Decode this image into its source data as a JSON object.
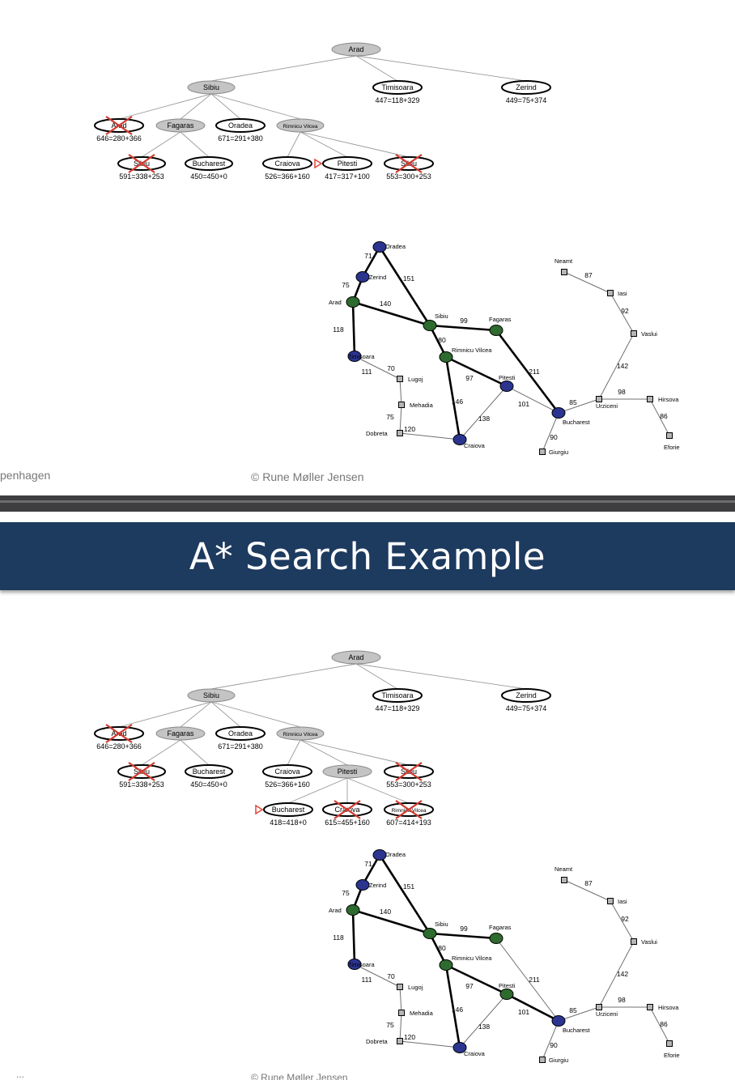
{
  "slides": [
    {
      "footer_left": "penhagen",
      "footer_right": "© Rune Møller Jensen",
      "tree": {
        "nodes": [
          {
            "label": "Arad",
            "style": "expanded"
          },
          {
            "label": "Sibiu",
            "style": "expanded"
          },
          {
            "label": "Timisoara",
            "f": "447=118+329",
            "style": "open"
          },
          {
            "label": "Zerind",
            "f": "449=75+374",
            "style": "open"
          },
          {
            "label": "Arad",
            "f": "646=280+366",
            "style": "open",
            "crossed": true
          },
          {
            "label": "Fagaras",
            "style": "expanded"
          },
          {
            "label": "Oradea",
            "f": "671=291+380",
            "style": "open"
          },
          {
            "label": "Rimnicu Vilcea",
            "style": "expanded"
          },
          {
            "label": "Sibiu",
            "f": "591=338+253",
            "style": "open",
            "crossed": true
          },
          {
            "label": "Bucharest",
            "f": "450=450+0",
            "style": "open"
          },
          {
            "label": "Craiova",
            "f": "526=366+160",
            "style": "open"
          },
          {
            "label": "Pitesti",
            "f": "417=317+100",
            "style": "open",
            "marker": true
          },
          {
            "label": "Sibiu",
            "f": "553=300+253",
            "style": "open",
            "crossed": true
          }
        ]
      },
      "map": {
        "cities": [
          {
            "name": "Oradea",
            "color": "blue"
          },
          {
            "name": "Zerind",
            "color": "blue"
          },
          {
            "name": "Arad",
            "color": "green"
          },
          {
            "name": "Timisoara",
            "color": "blue"
          },
          {
            "name": "Sibiu",
            "color": "green"
          },
          {
            "name": "Fagaras",
            "color": "green"
          },
          {
            "name": "Rimnicu Vilcea",
            "color": "green"
          },
          {
            "name": "Pitesti",
            "color": "blue"
          },
          {
            "name": "Craiova",
            "color": "blue"
          },
          {
            "name": "Bucharest",
            "color": "blue"
          },
          {
            "name": "Lugoj",
            "color": "gray"
          },
          {
            "name": "Mehadia",
            "color": "gray"
          },
          {
            "name": "Dobreta",
            "color": "gray"
          },
          {
            "name": "Giurgiu",
            "color": "gray"
          },
          {
            "name": "Urziceni",
            "color": "gray"
          },
          {
            "name": "Hirsova",
            "color": "gray"
          },
          {
            "name": "Eforie",
            "color": "gray"
          },
          {
            "name": "Vaslui",
            "color": "gray"
          },
          {
            "name": "Iasi",
            "color": "gray"
          },
          {
            "name": "Neamt",
            "color": "gray"
          }
        ],
        "roads": [
          {
            "cost": "71",
            "bold": true
          },
          {
            "cost": "151",
            "bold": true
          },
          {
            "cost": "75",
            "bold": true
          },
          {
            "cost": "140",
            "bold": true
          },
          {
            "cost": "118",
            "bold": true
          },
          {
            "cost": "111",
            "bold": false
          },
          {
            "cost": "70",
            "bold": false
          },
          {
            "cost": "75",
            "bold": false
          },
          {
            "cost": "120",
            "bold": false
          },
          {
            "cost": "99",
            "bold": true
          },
          {
            "cost": "80",
            "bold": true
          },
          {
            "cost": "211",
            "bold": true
          },
          {
            "cost": "97",
            "bold": true
          },
          {
            "cost": "146",
            "bold": true
          },
          {
            "cost": "138",
            "bold": false
          },
          {
            "cost": "101",
            "bold": false
          },
          {
            "cost": "90",
            "bold": false
          },
          {
            "cost": "85",
            "bold": false
          },
          {
            "cost": "98",
            "bold": false
          },
          {
            "cost": "86",
            "bold": false
          },
          {
            "cost": "142",
            "bold": false
          },
          {
            "cost": "92",
            "bold": false
          },
          {
            "cost": "87",
            "bold": false
          }
        ]
      }
    },
    {
      "title": "A*  Search Example",
      "footer_left": "...",
      "footer_right": "© Rune Møller Jensen",
      "tree": {
        "nodes": [
          {
            "label": "Arad",
            "style": "expanded"
          },
          {
            "label": "Sibiu",
            "style": "expanded"
          },
          {
            "label": "Timisoara",
            "f": "447=118+329",
            "style": "open"
          },
          {
            "label": "Zerind",
            "f": "449=75+374",
            "style": "open"
          },
          {
            "label": "Arad",
            "f": "646=280+366",
            "style": "open",
            "crossed": true
          },
          {
            "label": "Fagaras",
            "style": "expanded"
          },
          {
            "label": "Oradea",
            "f": "671=291+380",
            "style": "open"
          },
          {
            "label": "Rimnicu Vilcea",
            "style": "expanded"
          },
          {
            "label": "Sibiu",
            "f": "591=338+253",
            "style": "open",
            "crossed": true
          },
          {
            "label": "Bucharest",
            "f": "450=450+0",
            "style": "open"
          },
          {
            "label": "Craiova",
            "f": "526=366+160",
            "style": "open"
          },
          {
            "label": "Pitesti",
            "style": "expanded"
          },
          {
            "label": "Sibiu",
            "f": "553=300+253",
            "style": "open",
            "crossed": true
          },
          {
            "label": "Bucharest",
            "f": "418=418+0",
            "style": "open",
            "marker": true
          },
          {
            "label": "Craiova",
            "f": "615=455+160",
            "style": "open",
            "crossed": true
          },
          {
            "label": "Rimnicu Vilcea",
            "f": "607=414+193",
            "style": "open",
            "crossed": true
          }
        ]
      },
      "map": {
        "cities": [
          {
            "name": "Oradea",
            "color": "blue"
          },
          {
            "name": "Zerind",
            "color": "blue"
          },
          {
            "name": "Arad",
            "color": "green"
          },
          {
            "name": "Timisoara",
            "color": "blue"
          },
          {
            "name": "Sibiu",
            "color": "green"
          },
          {
            "name": "Fagaras",
            "color": "green"
          },
          {
            "name": "Rimnicu Vilcea",
            "color": "green"
          },
          {
            "name": "Pitesti",
            "color": "green"
          },
          {
            "name": "Craiova",
            "color": "blue"
          },
          {
            "name": "Bucharest",
            "color": "blue"
          },
          {
            "name": "Lugoj",
            "color": "gray"
          },
          {
            "name": "Mehadia",
            "color": "gray"
          },
          {
            "name": "Dobreta",
            "color": "gray"
          },
          {
            "name": "Giurgiu",
            "color": "gray"
          },
          {
            "name": "Urziceni",
            "color": "gray"
          },
          {
            "name": "Hirsova",
            "color": "gray"
          },
          {
            "name": "Eforie",
            "color": "gray"
          },
          {
            "name": "Vaslui",
            "color": "gray"
          },
          {
            "name": "Iasi",
            "color": "gray"
          },
          {
            "name": "Neamt",
            "color": "gray"
          }
        ],
        "roads": [
          {
            "cost": "71",
            "bold": true
          },
          {
            "cost": "151",
            "bold": true
          },
          {
            "cost": "75",
            "bold": true
          },
          {
            "cost": "140",
            "bold": true
          },
          {
            "cost": "118",
            "bold": true
          },
          {
            "cost": "111",
            "bold": false
          },
          {
            "cost": "70",
            "bold": false
          },
          {
            "cost": "75",
            "bold": false
          },
          {
            "cost": "120",
            "bold": false
          },
          {
            "cost": "99",
            "bold": true
          },
          {
            "cost": "80",
            "bold": true
          },
          {
            "cost": "211",
            "bold": false
          },
          {
            "cost": "97",
            "bold": true
          },
          {
            "cost": "146",
            "bold": true
          },
          {
            "cost": "138",
            "bold": false
          },
          {
            "cost": "101",
            "bold": true
          },
          {
            "cost": "90",
            "bold": false
          },
          {
            "cost": "85",
            "bold": false
          },
          {
            "cost": "98",
            "bold": false
          },
          {
            "cost": "86",
            "bold": false
          },
          {
            "cost": "142",
            "bold": false
          },
          {
            "cost": "92",
            "bold": false
          },
          {
            "cost": "87",
            "bold": false
          }
        ]
      }
    }
  ],
  "colors": {
    "banner": "#1d3a5f",
    "city_blue": "#2b3590",
    "city_green": "#2e6b2e",
    "city_gray": "#b5b5b5",
    "expanded_fill": "#c4c4c4",
    "cross": "#d23a2e",
    "marker": "#e0463a"
  }
}
